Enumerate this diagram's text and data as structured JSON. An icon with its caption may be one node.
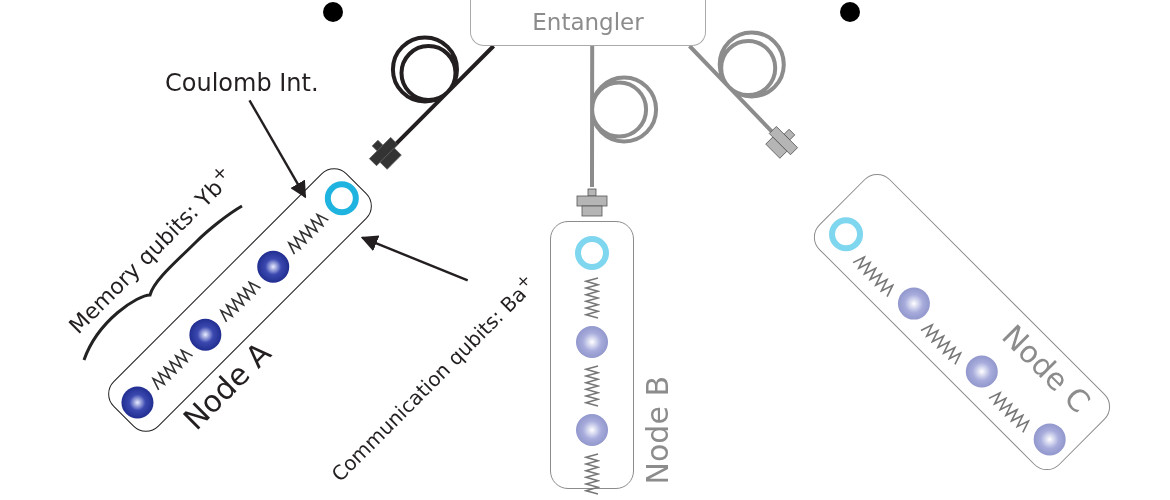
{
  "diagram": {
    "nodes": [
      {
        "text": [
          "Entangler"
        ]
      },
      {
        "text": [
          "Coulomb Int."
        ]
      },
      {
        "text": [
          "Node A"
        ]
      },
      {
        "text": [
          "Communication qubits: Ba$^{+}$"
        ]
      },
      {
        "text": [
          "Node B"
        ]
      },
      {
        "text": [
          "Node C"
        ]
      }
    ],
    "edges": [
      {
        "from": 0,
        "to": 2,
        "arrow": "none"
      },
      {
        "from": 0,
        "to": 4,
        "arrow": "none",
        "color": "#8c8c8c"
      },
      {
        "from": 0,
        "to": 5,
        "arrow": "none",
        "color": "#8c8c8c"
      },
      {
        "from": 1,
        "to": 2,
        "arrow": "to"
      },
      {
        "from": 3,
        "to": 2,
        "arrow": "to"
      }
    ],
    "labels": [
      "Memory qubits: Yb$^{+}$"
    ]
  }
}
